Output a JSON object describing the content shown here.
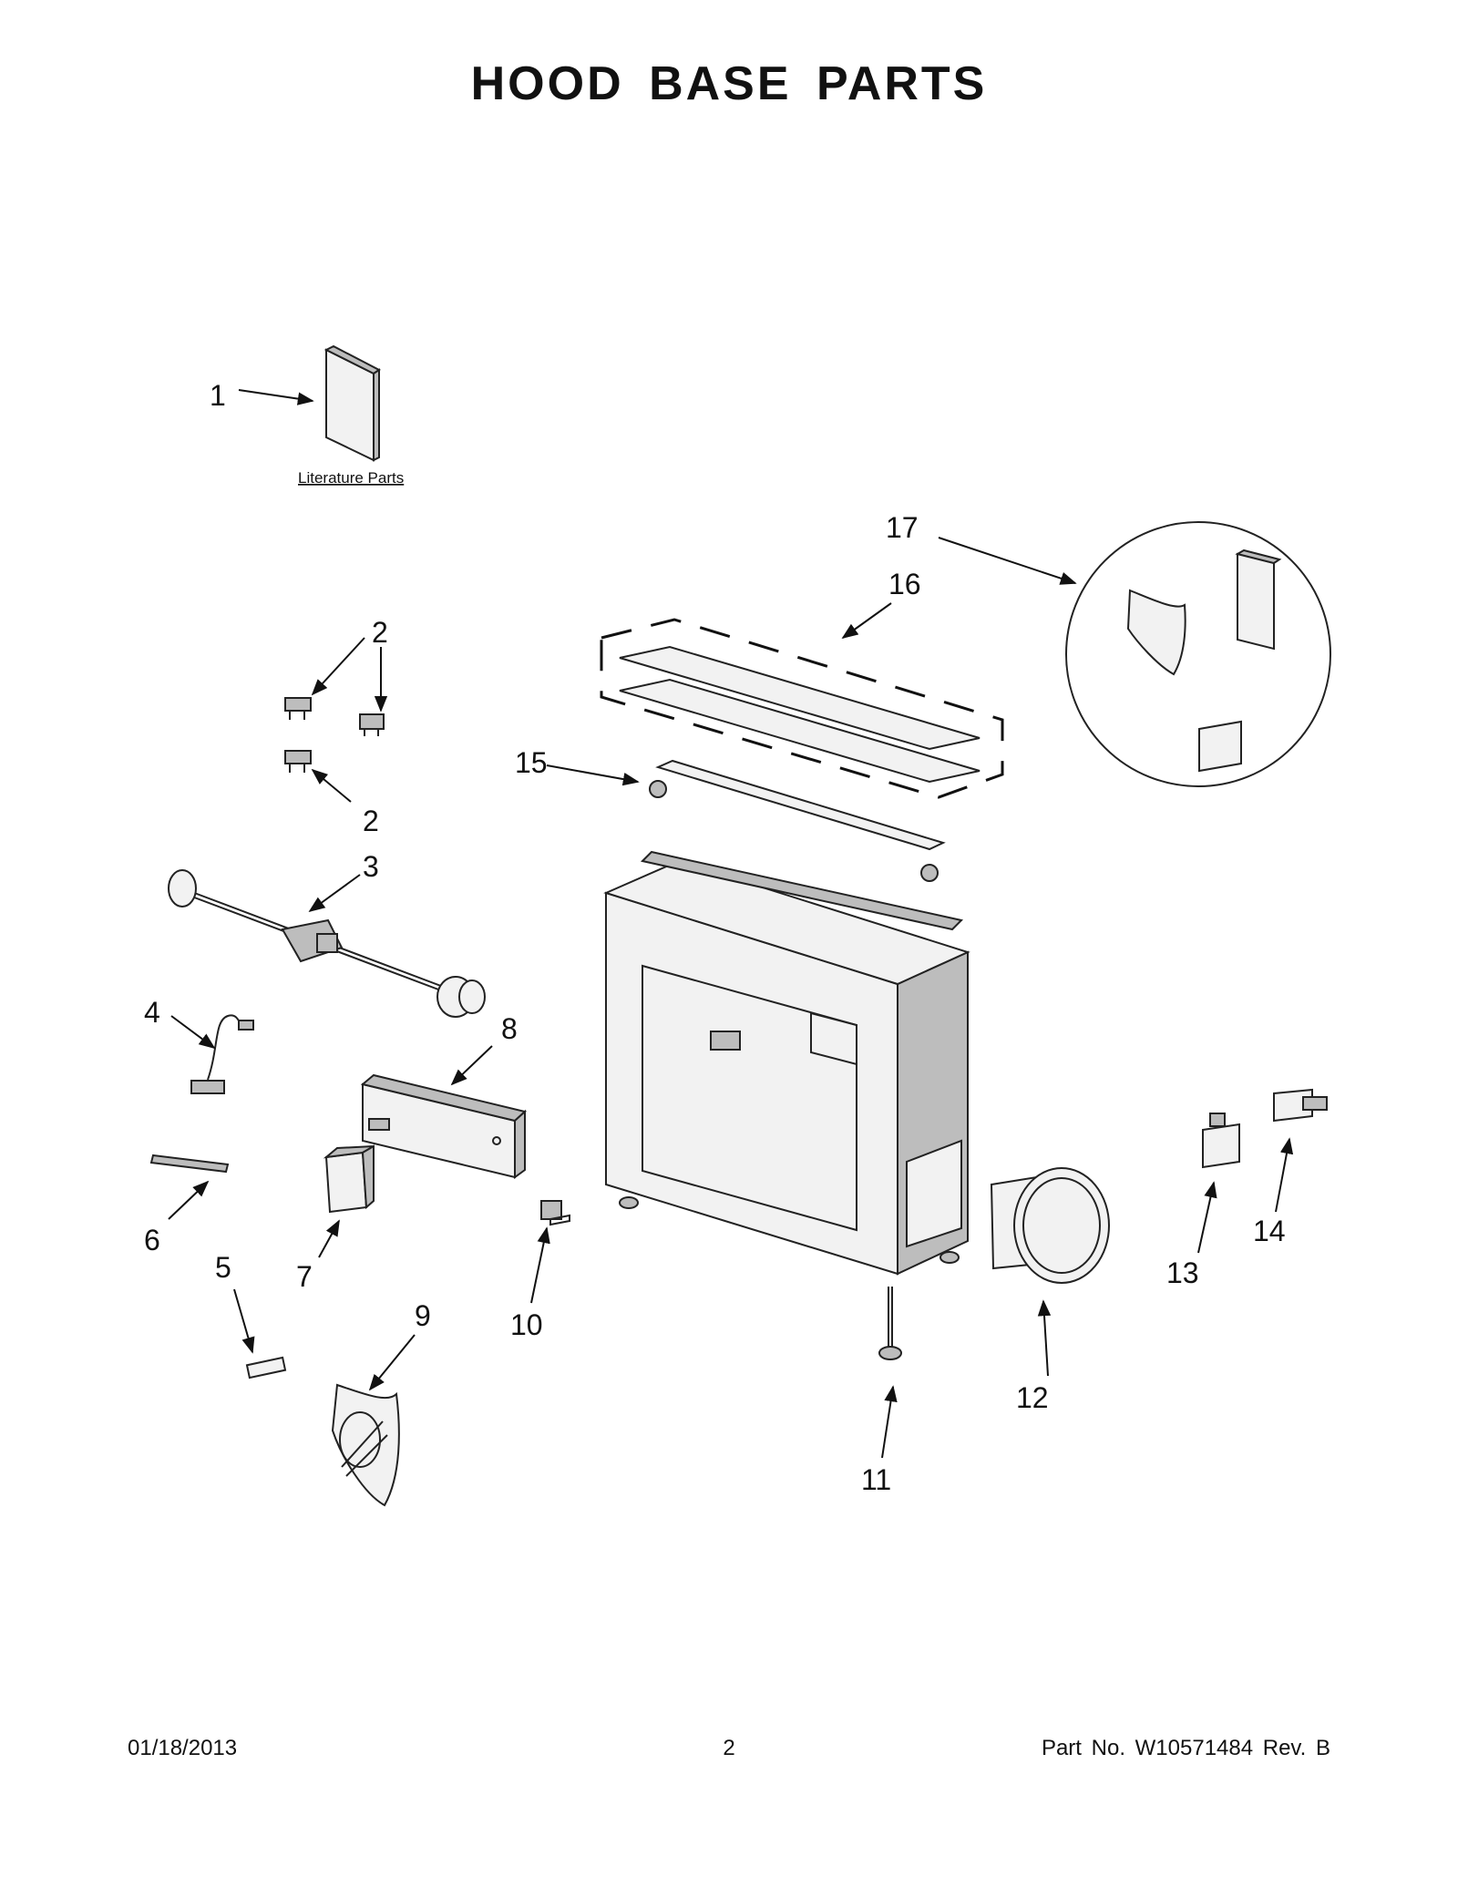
{
  "title": "HOOD BASE PARTS",
  "literature_label": "Literature Parts",
  "callouts": [
    "1",
    "2",
    "2",
    "3",
    "4",
    "5",
    "6",
    "7",
    "8",
    "9",
    "10",
    "11",
    "12",
    "13",
    "14",
    "15",
    "16",
    "17"
  ],
  "footer": {
    "date": "01/18/2013",
    "page": "2",
    "part_no": "Part No.  W10571484  Rev.  B"
  }
}
